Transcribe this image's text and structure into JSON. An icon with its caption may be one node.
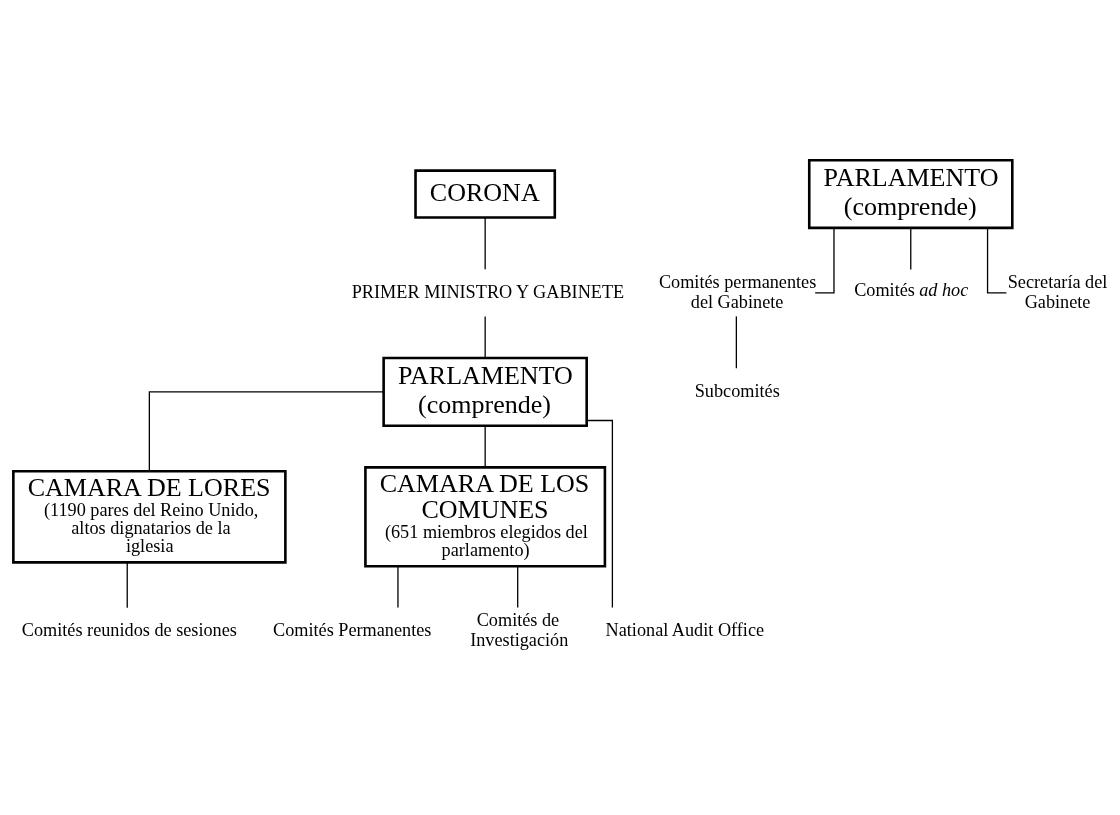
{
  "diagram": {
    "nodes": [
      {
        "text": [
          "CORONA"
        ]
      },
      {
        "text": [
          "PRIMER MINISTRO Y GABINETE"
        ]
      },
      {
        "text": [
          "PARLAMENTO",
          "(comprende)"
        ]
      },
      {
        "text": [
          "CAMARA DE LORES",
          "(1190 pares del Reino Unido, altos dignatarios de la iglesia"
        ]
      },
      {
        "text": [
          "CAMARA DE LOS COMUNES",
          "(651 miembros elegidos del parlamento)"
        ]
      },
      {
        "text": [
          "Comités reunidos de sesiones"
        ]
      },
      {
        "text": [
          "National Audit Office"
        ]
      },
      {
        "text": [
          "Comités Permanentes"
        ]
      },
      {
        "text": [
          "Comités de Investigación"
        ]
      },
      {
        "text": [
          "PARLAMENTO",
          "(comprende)"
        ]
      },
      {
        "text": [
          "Comités permanentes del Gabinete"
        ]
      },
      {
        "text": [
          "Comités *ad hoc*"
        ]
      },
      {
        "text": [
          "Secretaría del Gabinete"
        ]
      },
      {
        "text": [
          "Subcomités"
        ]
      }
    ],
    "edges": [
      {
        "from": 0,
        "to": 1,
        "arrow": "none"
      },
      {
        "from": 1,
        "to": 2,
        "arrow": "none"
      },
      {
        "from": 2,
        "to": 3,
        "arrow": "none"
      },
      {
        "from": 2,
        "to": 6,
        "arrow": "none"
      },
      {
        "from": 2,
        "to": 4,
        "arrow": "none"
      },
      {
        "from": 3,
        "to": 5,
        "arrow": "none"
      },
      {
        "from": 4,
        "to": 7,
        "arrow": "none"
      },
      {
        "from": 4,
        "to": 8,
        "arrow": "none"
      },
      {
        "from": 9,
        "to": 10,
        "arrow": "none"
      },
      {
        "from": 9,
        "to": 11,
        "arrow": "none"
      },
      {
        "from": 9,
        "to": 12,
        "arrow": "none"
      },
      {
        "from": 10,
        "to": 13,
        "arrow": "none"
      }
    ]
  }
}
